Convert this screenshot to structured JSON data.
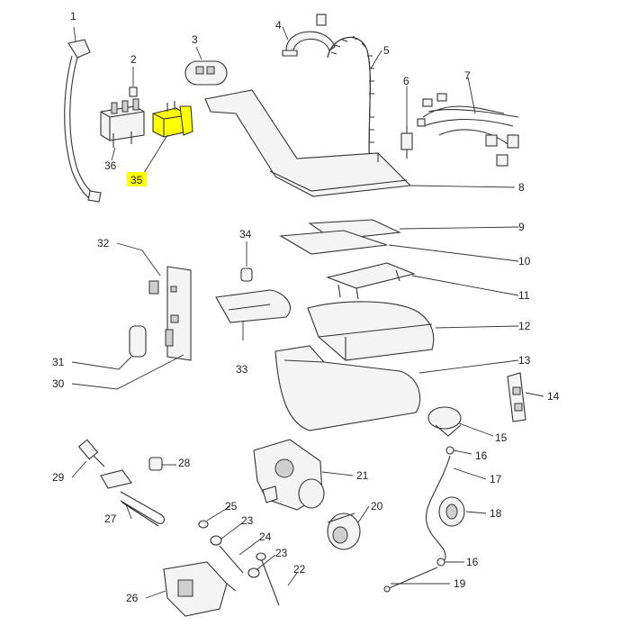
{
  "diagram": {
    "highlight_color": "#ffff00",
    "part_numbers": {
      "p1": "1",
      "p2": "2",
      "p3": "3",
      "p4": "4",
      "p5": "5",
      "p6": "6",
      "p7": "7",
      "p8": "8",
      "p9": "9",
      "p10": "10",
      "p11": "11",
      "p12": "12",
      "p13": "13",
      "p14": "14",
      "p15": "15",
      "p16a": "16",
      "p16b": "16",
      "p17": "17",
      "p18": "18",
      "p19": "19",
      "p20": "20",
      "p21": "21",
      "p22": "22",
      "p23a": "23",
      "p23b": "23",
      "p24": "24",
      "p25": "25",
      "p26": "26",
      "p27": "27",
      "p28": "28",
      "p29": "29",
      "p30": "30",
      "p31": "31",
      "p32": "32",
      "p33": "33",
      "p34": "34",
      "p35": "35",
      "p36": "36"
    },
    "highlighted_part": "35"
  }
}
